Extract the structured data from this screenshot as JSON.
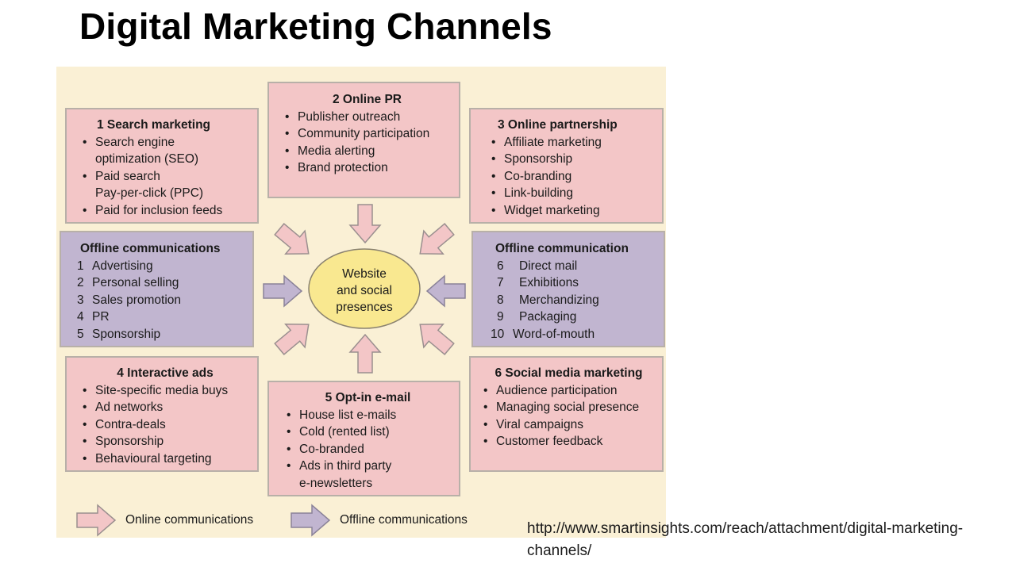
{
  "title": "Digital Marketing Channels",
  "hub": {
    "lines": [
      "Website",
      "and social",
      "presences"
    ]
  },
  "boxes": {
    "search": {
      "title": "1  Search marketing",
      "items": [
        "Search engine",
        "optimization (SEO)",
        "Paid search",
        "Pay-per-click (PPC)",
        "Paid for inclusion feeds"
      ]
    },
    "online_pr": {
      "title": "2  Online PR",
      "items": [
        "Publisher outreach",
        "Community participation",
        "Media alerting",
        "Brand protection"
      ]
    },
    "partnership": {
      "title": "3  Online partnership",
      "items": [
        "Affiliate marketing",
        "Sponsorship",
        "Co-branding",
        "Link-building",
        "Widget marketing"
      ]
    },
    "offline_left": {
      "title": "Offline communications",
      "items": [
        {
          "n": "1",
          "label": "Advertising"
        },
        {
          "n": "2",
          "label": "Personal selling"
        },
        {
          "n": "3",
          "label": "Sales promotion"
        },
        {
          "n": "4",
          "label": "PR"
        },
        {
          "n": "5",
          "label": "Sponsorship"
        }
      ]
    },
    "offline_right": {
      "title": "Offline communication",
      "items": [
        {
          "n": "6",
          "label": "Direct mail"
        },
        {
          "n": "7",
          "label": "Exhibitions"
        },
        {
          "n": "8",
          "label": "Merchandizing"
        },
        {
          "n": "9",
          "label": "Packaging"
        },
        {
          "n": "10",
          "label": "Word-of-mouth"
        }
      ]
    },
    "interactive": {
      "title": "4  Interactive ads",
      "items": [
        "Site-specific media buys",
        "Ad networks",
        "Contra-deals",
        "Sponsorship",
        "Behavioural targeting"
      ]
    },
    "optin": {
      "title": "5  Opt-in e-mail",
      "items": [
        "House list e-mails",
        "Cold (rented list)",
        "Co-branded",
        "Ads in third party",
        "e-newsletters"
      ]
    },
    "social": {
      "title": "6  Social media marketing",
      "items": [
        "Audience participation",
        "Managing social presence",
        "Viral campaigns",
        "Customer feedback"
      ]
    }
  },
  "legend": {
    "online": "Online communications",
    "offline": "Offline communications"
  },
  "source": "http://www.smartinsights.com/reach/attachment/digital-marketing-channels/",
  "colors": {
    "panel": "#faf0d5",
    "online": "#f3c6c7",
    "offline": "#c1b5d0",
    "hub": "#f9e890",
    "border": "#b8b0a8"
  }
}
